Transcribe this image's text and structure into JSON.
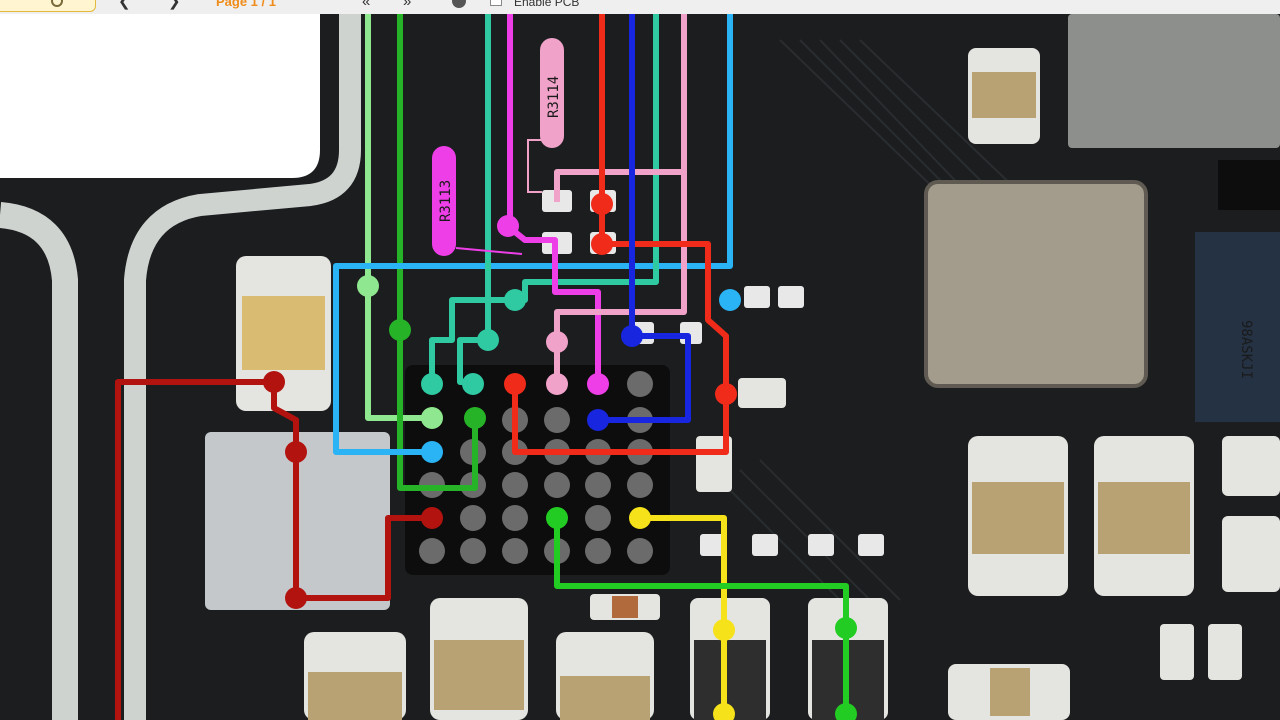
{
  "toolbar": {
    "page_indicator": "Page 1 / 1",
    "first_page_symbol": "«",
    "last_page_symbol": "»",
    "enable_pcb_label": "Enable PCB",
    "enable_pcb_checked": false
  },
  "board": {
    "labels": {
      "r3114": "R3114",
      "r3113": "R3113",
      "ic_marking": "98ASKJI"
    },
    "colors": {
      "light_green": "#8fe88f",
      "green": "#27b327",
      "teal": "#2fc9a2",
      "magenta": "#ee3ee8",
      "pink": "#f0a2c8",
      "red": "#f02b1a",
      "blue": "#1826e0",
      "cyan": "#2ab4f5",
      "dark_red": "#b3130f",
      "yellow": "#f5e21a",
      "lime": "#22cc22"
    }
  }
}
